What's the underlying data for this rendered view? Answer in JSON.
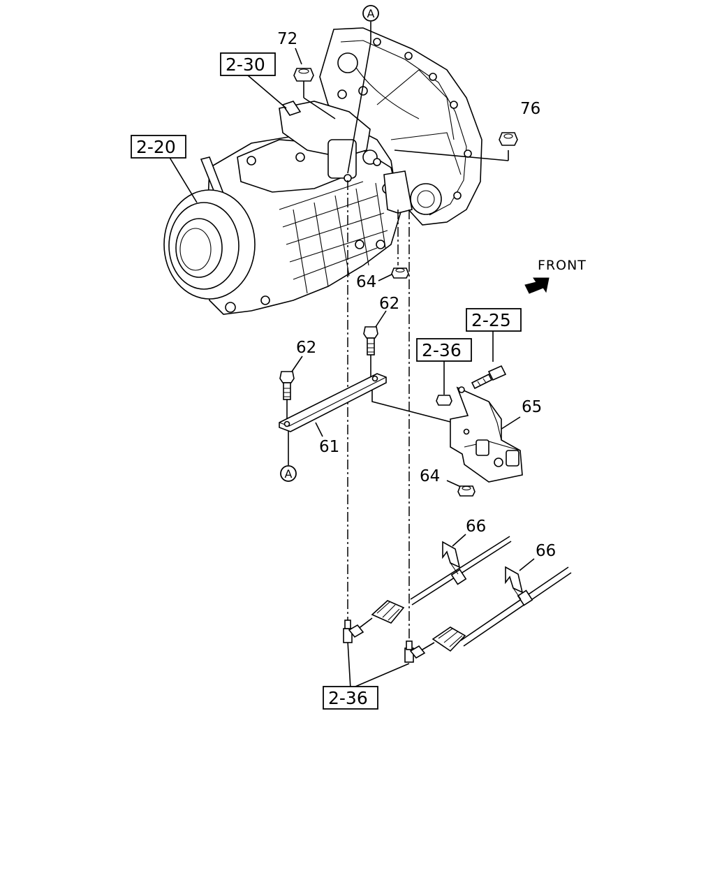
{
  "callouts": {
    "c72": "72",
    "c76": "76",
    "c64a": "64",
    "c62a": "62",
    "c62b": "62",
    "c61": "61",
    "c65": "65",
    "c64b": "64",
    "c66a": "66",
    "c66b": "66"
  },
  "refs": {
    "r230": "2-30",
    "r220": "2-20",
    "r225": "2-25",
    "r236a": "2-36",
    "r236b": "2-36"
  },
  "markers": {
    "top": "A",
    "bottom": "A"
  },
  "front_label": "FRONT"
}
